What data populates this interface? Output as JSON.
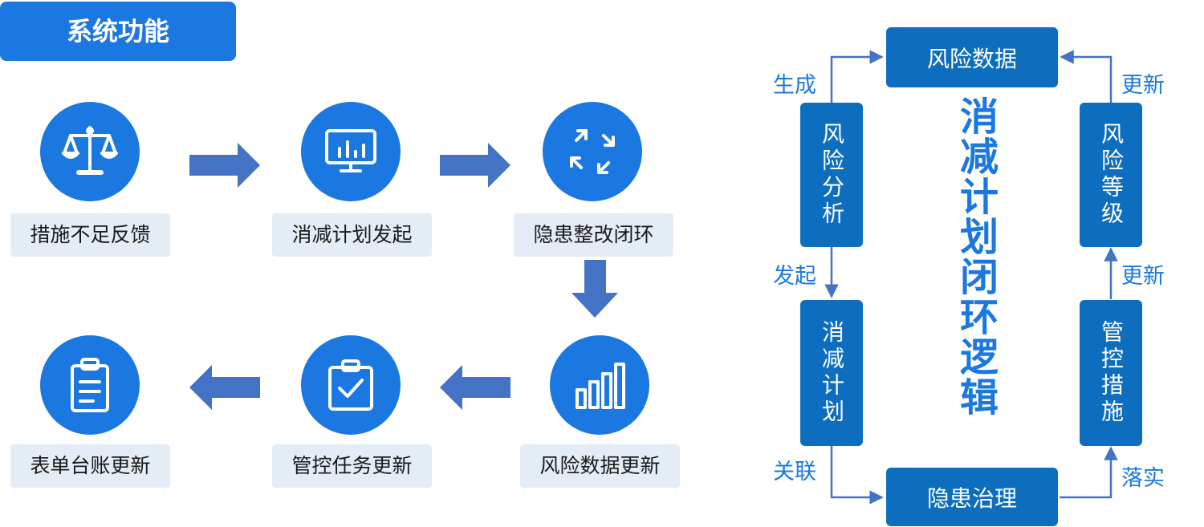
{
  "header": {
    "title": "系统功能"
  },
  "functions": [
    {
      "label": "措施不足反馈",
      "icon": "scale-icon"
    },
    {
      "label": "消减计划发起",
      "icon": "monitor-chart-icon"
    },
    {
      "label": "隐患整改闭环",
      "icon": "cycle-icon"
    },
    {
      "label": "风险数据更新",
      "icon": "bar-chart-icon"
    },
    {
      "label": "管控任务更新",
      "icon": "clipboard-check-icon"
    },
    {
      "label": "表单台账更新",
      "icon": "clipboard-list-icon"
    }
  ],
  "loop": {
    "center": "消减计划闭环逻辑",
    "nodes": {
      "top": "风险数据",
      "bottom": "隐患治理",
      "left_upper": "风险分析",
      "left_lower": "消减计划",
      "right_upper": "风险等级",
      "right_lower": "管控措施"
    },
    "edges": {
      "generate": "生成",
      "initiate": "发起",
      "associate": "关联",
      "implement": "落实",
      "update_lower": "更新",
      "update_upper": "更新"
    }
  },
  "colors": {
    "primary": "#1a78e0",
    "node": "#0d6ebf",
    "arrow": "#4472c4",
    "label_bg": "#e4edf6"
  }
}
